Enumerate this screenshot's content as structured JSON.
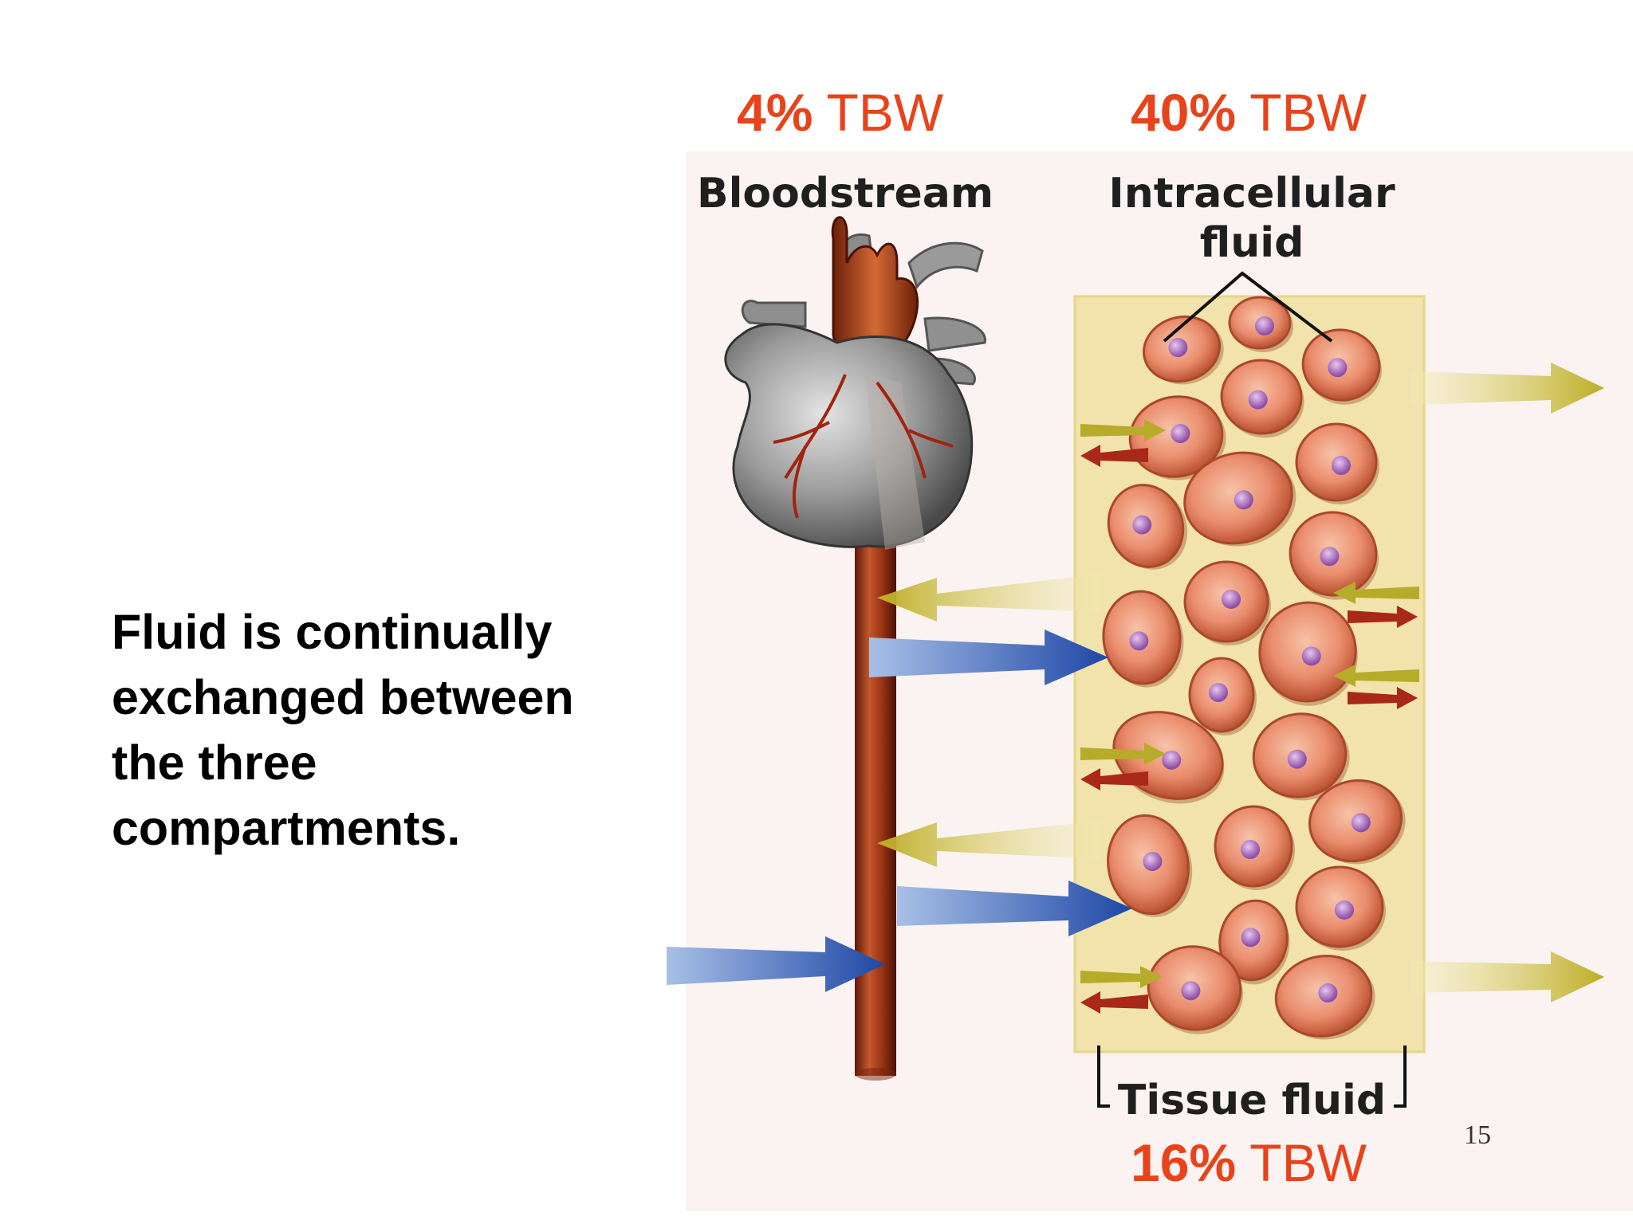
{
  "body_text": {
    "lines": [
      "Fluid is continually",
      "exchanged between",
      "the three",
      "compartments."
    ]
  },
  "compartments": {
    "bloodstream": {
      "percent": "4%",
      "unit": "TBW",
      "label": "Bloodstream"
    },
    "intracellular": {
      "percent": "40%",
      "unit": "TBW",
      "label_lines": [
        "Intracellular",
        "fluid"
      ]
    },
    "tissue": {
      "percent": "16%",
      "unit": "TBW",
      "label": "Tissue fluid"
    }
  },
  "slide_number": "15",
  "colors": {
    "percent_text": "#e8431a",
    "label_text": "#1f1f1f",
    "tissue_fluid_bg": "#f1e3ab",
    "cell_fill": "#e98a6c",
    "nucleus": "#a66bb8",
    "vessel": "#8b2a12",
    "arrow_yellow": "#c9bb36",
    "arrow_blue": "#2a56b0",
    "arrow_red": "#b02a1a"
  }
}
